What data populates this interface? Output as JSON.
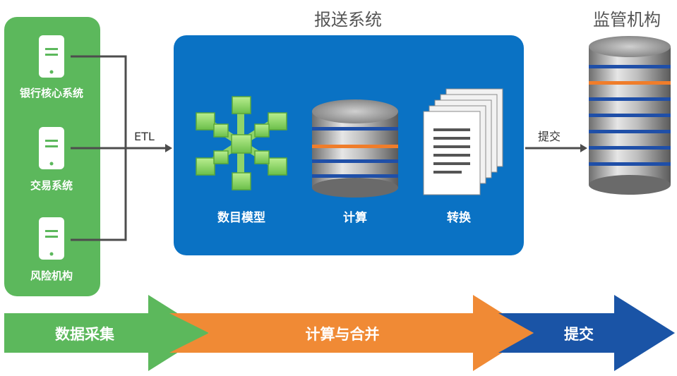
{
  "sources": {
    "items": [
      {
        "label": "银行核心系统"
      },
      {
        "label": "交易系统"
      },
      {
        "label": "风险机构"
      }
    ]
  },
  "edges": {
    "etl_label": "ETL",
    "submit_label": "提交"
  },
  "report_system": {
    "title": "报送系统",
    "steps": [
      {
        "label": "数目模型"
      },
      {
        "label": "计算"
      },
      {
        "label": "转换"
      }
    ]
  },
  "regulator": {
    "title": "监管机构"
  },
  "flow": {
    "stages": [
      {
        "label": "数据采集",
        "color": "#5cb85c"
      },
      {
        "label": "计算与合并",
        "color": "#f08a35"
      },
      {
        "label": "提交",
        "color": "#1a54a6"
      }
    ]
  },
  "colors": {
    "source_panel": "#5cb85c",
    "report_panel": "#0a72c4",
    "db_band": "#1f4fa8",
    "db_accent": "#f07d2a"
  }
}
